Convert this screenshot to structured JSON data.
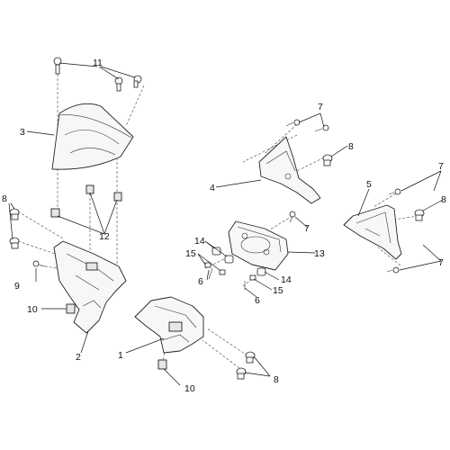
{
  "diagram": {
    "callouts": {
      "c1": "1",
      "c2": "2",
      "c3": "3",
      "c4": "4",
      "c5": "5",
      "c6a": "6",
      "c6b": "6",
      "c7a": "7",
      "c7b": "7",
      "c7c": "7",
      "c7d": "7",
      "c8a": "8",
      "c8b": "8",
      "c8c": "8",
      "c8d": "8",
      "c9": "9",
      "c10a": "10",
      "c10b": "10",
      "c11": "11",
      "c12": "12",
      "c13": "13",
      "c14a": "14",
      "c14b": "14",
      "c15a": "15",
      "c15b": "15"
    }
  }
}
